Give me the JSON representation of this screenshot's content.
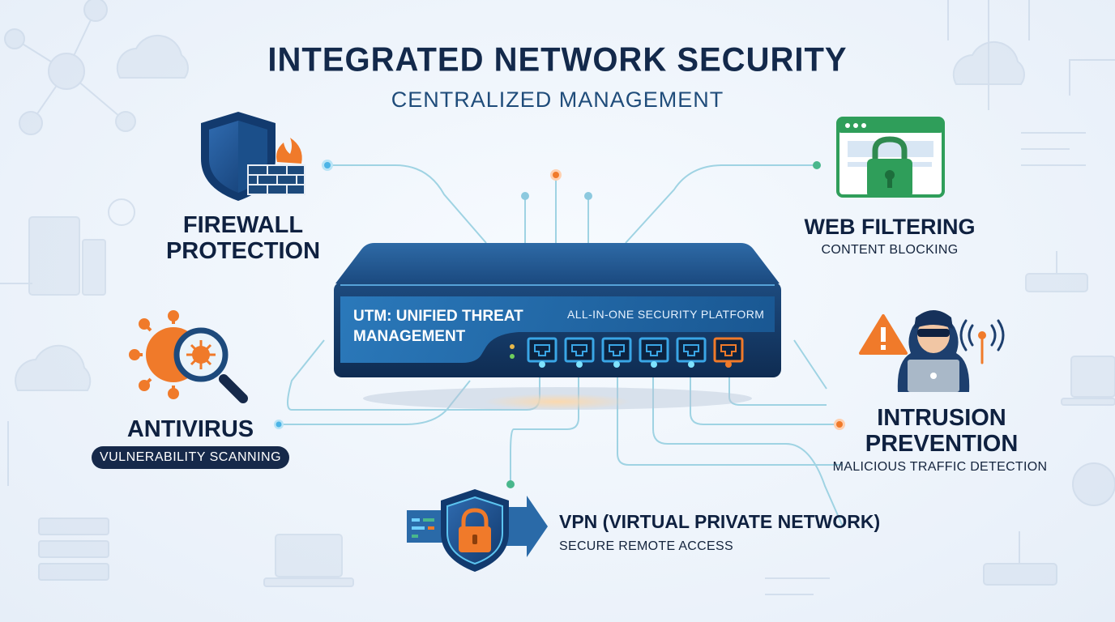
{
  "header": {
    "title": "INTEGRATED NETWORK SECURITY",
    "subtitle": "CENTRALIZED MANAGEMENT"
  },
  "device": {
    "title_line1": "UTM: UNIFIED THREAT",
    "title_line2": "MANAGEMENT",
    "tagline": "ALL-IN-ONE SECURITY PLATFORM",
    "port_count": 6
  },
  "features": {
    "firewall": {
      "line1": "FIREWALL",
      "line2": "PROTECTION"
    },
    "web_filtering": {
      "title": "WEB FILTERING",
      "subtitle": "CONTENT BLOCKING"
    },
    "antivirus": {
      "title": "ANTIVIRUS",
      "subtitle": "VULNERABILITY SCANNING"
    },
    "intrusion": {
      "line1": "INTRUSION",
      "line2": "PREVENTION",
      "subtitle": "MALICIOUS TRAFFIC DETECTION"
    },
    "vpn": {
      "title": "VPN (VIRTUAL PRIVATE NETWORK)",
      "subtitle": "SECURE REMOTE ACCESS"
    }
  },
  "colors": {
    "navy": "#13294b",
    "device_blue": "#1d4f86",
    "connector": "#9fd3e3",
    "accent_orange": "#f07a2a",
    "accent_green": "#2f9e5a",
    "port_blue": "#3aa6e6"
  },
  "icons": [
    "shield-firewall-icon",
    "padlock-browser-icon",
    "virus-magnifier-icon",
    "hacker-icon",
    "warning-icon",
    "vpn-shield-icon",
    "cloud-icon",
    "router-icon",
    "server-icon",
    "laptop-icon",
    "gear-icon"
  ]
}
